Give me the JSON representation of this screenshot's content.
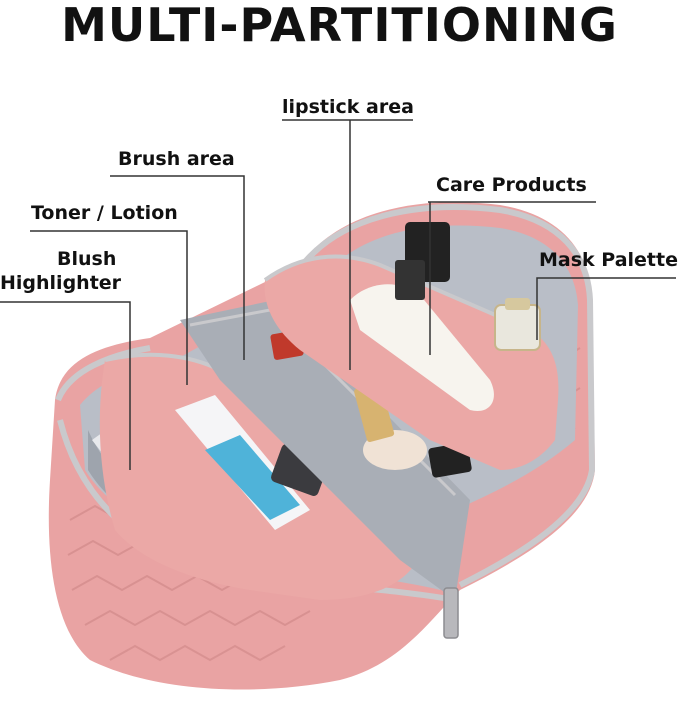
{
  "headline": "MULTI-PARTITIONING",
  "callouts": {
    "lipstick": "lipstick area",
    "brush": "Brush area",
    "care": "Care Products",
    "toner": "Toner / Lotion",
    "mask": "Mask Palette",
    "blush": "Blush",
    "highlighter": "Highlighter"
  },
  "colors": {
    "bag_pink": "#e9a3a3",
    "lining_gray": "#b9bec7",
    "zipper_silver": "#c9c9cc"
  }
}
